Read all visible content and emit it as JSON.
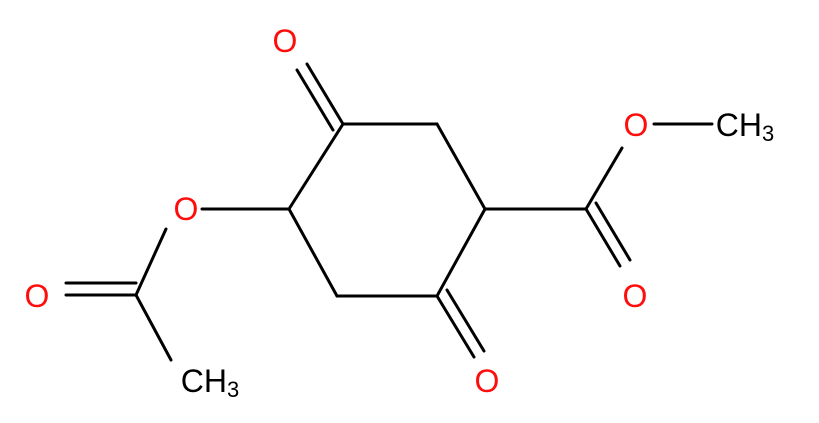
{
  "colors": {
    "bond": "#000000",
    "oxygen": "#ff0d0d",
    "carbon_label": "#000000",
    "background": "#ffffff"
  },
  "atoms": {
    "o_top": "O",
    "o_ester_single": "O",
    "ch3_right": "CH",
    "ch3_right_sub": "3",
    "o_acetoxy_link": "O",
    "o_acetyl_carbonyl": "O",
    "o_ester_carbonyl": "O",
    "o_bottom": "O",
    "ch3_left": "CH",
    "ch3_left_sub": "3"
  }
}
